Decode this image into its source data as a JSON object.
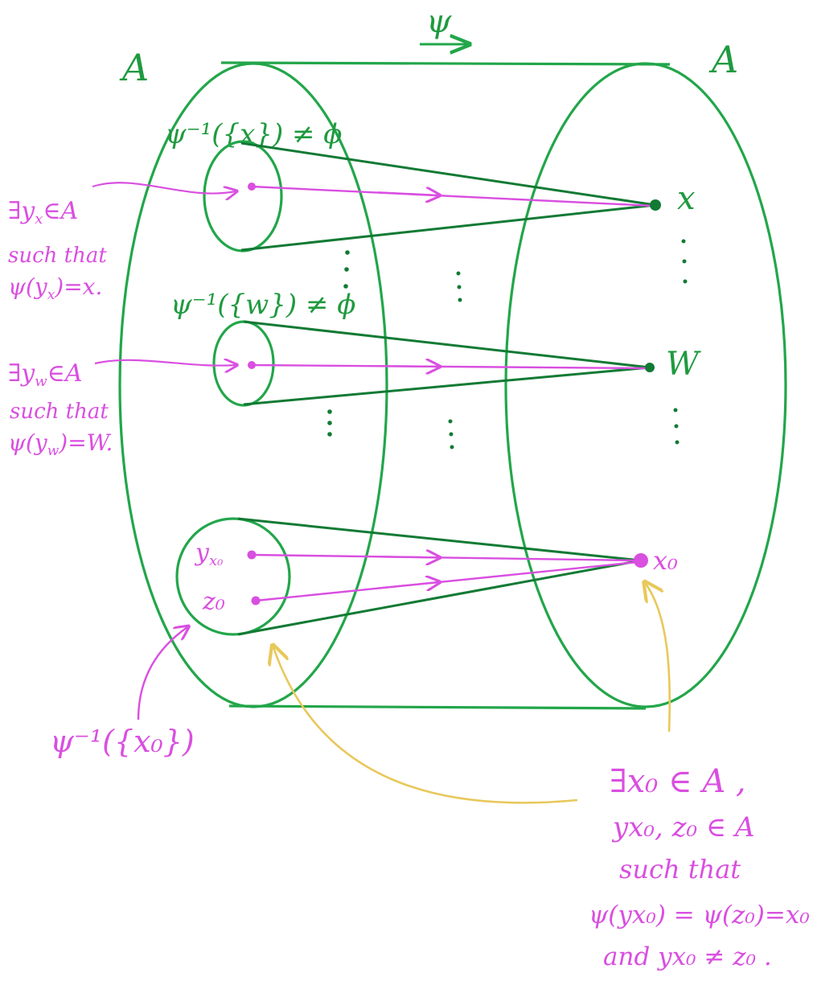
{
  "colors": {
    "green": "#22a64a",
    "dark_green": "#127a34",
    "pink": "#d94fe0",
    "yellow": "#e8c85a",
    "background": "#ffffff"
  },
  "diagram": {
    "map_label": "ψ",
    "domain_label": "A",
    "codomain_label": "A",
    "preimage_x_label": "ψ⁻¹({x}) ≠ ϕ",
    "preimage_w_label": "ψ⁻¹({w}) ≠ ϕ",
    "preimage_x0_label": "ψ⁻¹({x₀})",
    "point_x": "x",
    "point_w": "W",
    "point_x0": "x₀",
    "point_yx0": "y",
    "point_yx0_sub": "x₀",
    "point_z0": "z₀",
    "note_x": [
      "∃y",
      "x",
      "∈A",
      "such that",
      "ψ(y",
      "x",
      ")=x."
    ],
    "note_w": [
      "∃y",
      "w",
      "∈A",
      "such that",
      "ψ(y",
      "w",
      ")=W."
    ],
    "note_x0_lines": [
      "∃x₀ ∈ A ,",
      "yx₀, z₀ ∈ A",
      "such that",
      "ψ(yx₀) = ψ(z₀)=x₀",
      "and yx₀ ≠ z₀ ."
    ]
  }
}
